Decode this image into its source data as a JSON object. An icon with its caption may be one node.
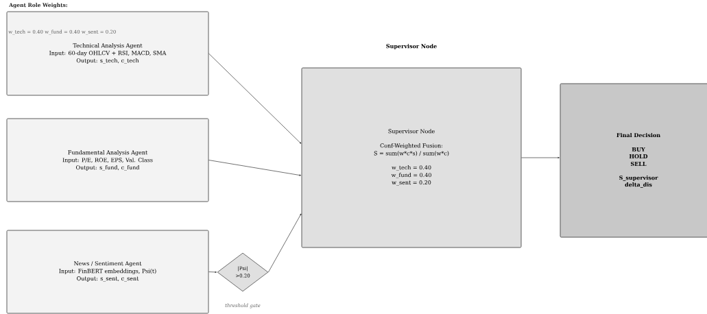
{
  "diagram": {
    "nodes": [
      {
        "text": [
          "Technical Analysis Agent",
          "Input: 60-day OHLCV + RSI, MACD, SMA",
          "Output: s_tech,  c_tech"
        ]
      },
      {
        "text": [
          "Fundamental Analysis Agent",
          "Input: P/E, ROE, EPS, Val. Class",
          "Output: s_fund,  c_fund"
        ]
      },
      {
        "text": [
          "News / Sentiment Agent",
          "Input: FinBERT embeddings, Psi(t)",
          "Output: s_sent,  c_sent"
        ]
      },
      {
        "text": [
          "|Psi|",
          ">0.20"
        ],
        "beside": [
          "threshold gate"
        ]
      },
      {
        "text": [
          "Supervisor Node",
          "Supervisor Node",
          "Conf-Weighted Fusion:",
          "S = sum(w*c*s) / sum(w*c)",
          "w_tech = 0.40",
          "w_fund = 0.40",
          "w_sent = 0.20"
        ]
      },
      {
        "text": [
          "Final Decision",
          "BUY",
          "HOLD",
          "SELL",
          "S_supervisor",
          "delta_dis"
        ]
      }
    ],
    "edges": [
      {
        "from": 0,
        "to": 4,
        "arrow": "to"
      },
      {
        "from": 1,
        "to": 4,
        "arrow": "to"
      },
      {
        "from": 2,
        "to": 3,
        "arrow": "to"
      },
      {
        "from": 3,
        "to": 4,
        "arrow": "to"
      },
      {
        "from": 4,
        "to": 5,
        "arrow": "to"
      }
    ],
    "labels": [
      "Agent Role Weights:",
      "w_tech = 0.40   w_fund = 0.40   w_sent = 0.20"
    ]
  }
}
